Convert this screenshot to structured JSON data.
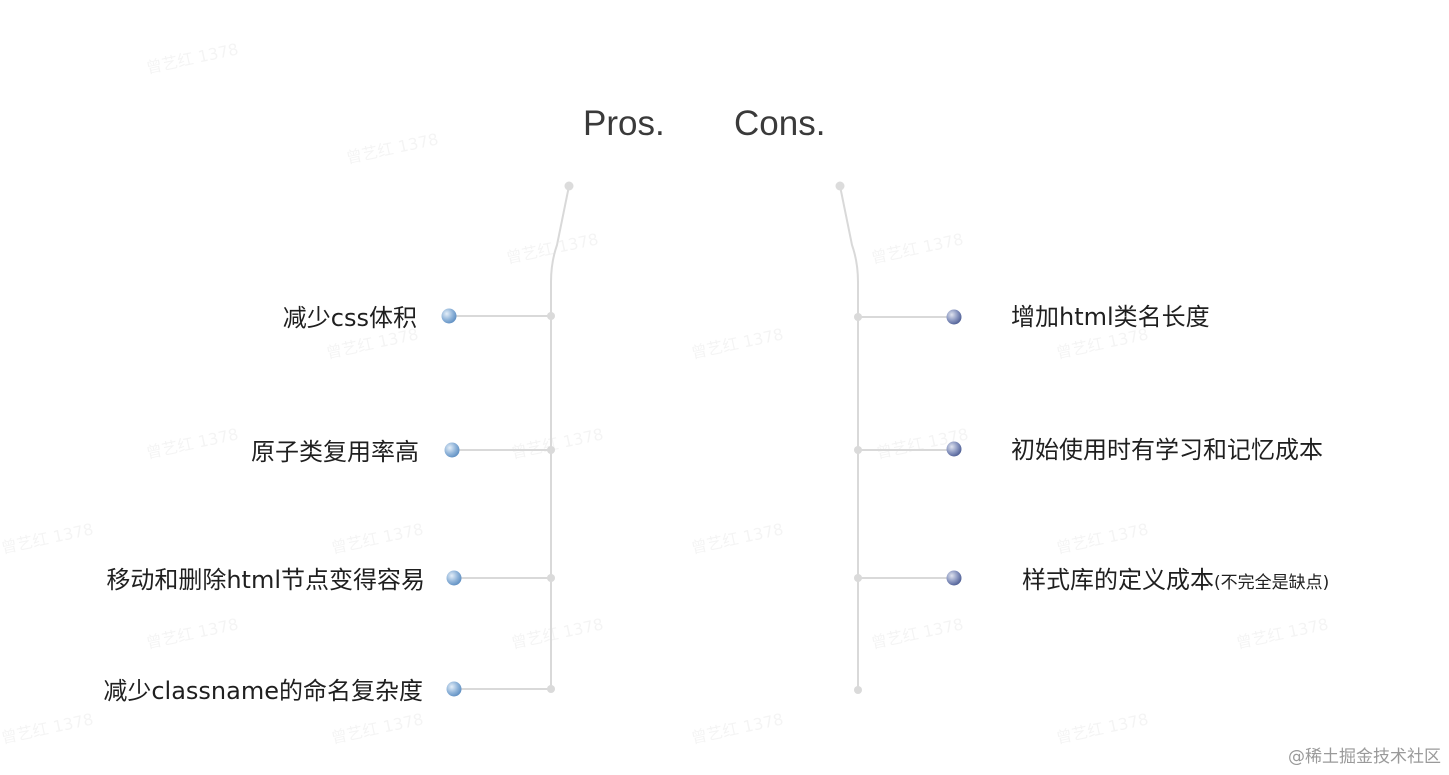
{
  "pros": {
    "title": "Pros.",
    "items": [
      "减少css体积",
      "原子类复用率高",
      "移动和删除html节点变得容易",
      "减少classname的命名复杂度"
    ]
  },
  "cons": {
    "title": "Cons.",
    "items": [
      "增加html类名长度",
      "初始使用时有学习和记忆成本"
    ],
    "item3": {
      "main": "样式库的定义成本",
      "note": "(不完全是缺点)"
    }
  },
  "watermark_text": "曾艺红 1378",
  "source_credit": "@稀土掘金技术社区",
  "colors": {
    "pros_accent": "#6f9fd3",
    "cons_accent": "#2f4f8f",
    "connector_gray": "#d9d9d9",
    "pros_dot": "#8fb4d8",
    "cons_dot": "#7d8db8"
  }
}
